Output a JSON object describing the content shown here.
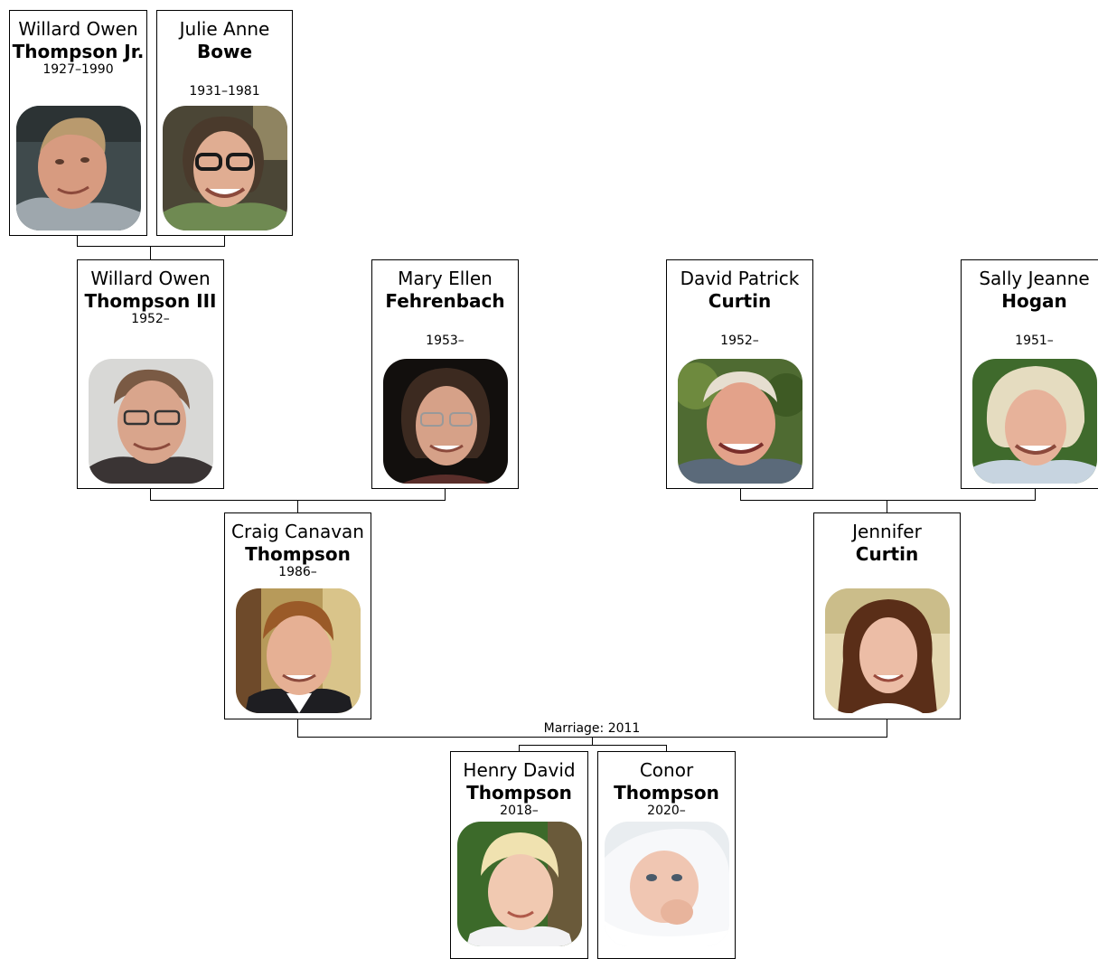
{
  "people": {
    "willard_jr": {
      "given": "Willard Owen",
      "surname": "Thompson Jr.",
      "dates": "1927–1990"
    },
    "julie": {
      "given": "Julie Anne",
      "surname": "Bowe",
      "dates": "1931–1981"
    },
    "willard_iii": {
      "given": "Willard Owen",
      "surname": "Thompson III",
      "dates": "1952–"
    },
    "mary": {
      "given": "Mary Ellen",
      "surname": "Fehrenbach",
      "dates": "1953–"
    },
    "david": {
      "given": "David Patrick",
      "surname": "Curtin",
      "dates": "1952–"
    },
    "sally": {
      "given": "Sally Jeanne",
      "surname": "Hogan",
      "dates": "1951–"
    },
    "craig": {
      "given": "Craig Canavan",
      "surname": "Thompson",
      "dates": "1986–"
    },
    "jennifer": {
      "given": "Jennifer",
      "surname": "Curtin",
      "dates": ""
    },
    "henry": {
      "given": "Henry David",
      "surname": "Thompson",
      "dates": "2018–"
    },
    "conor": {
      "given": "Conor",
      "surname": "Thompson",
      "dates": "2020–"
    }
  },
  "marriage": {
    "label": "Marriage: 2011"
  }
}
